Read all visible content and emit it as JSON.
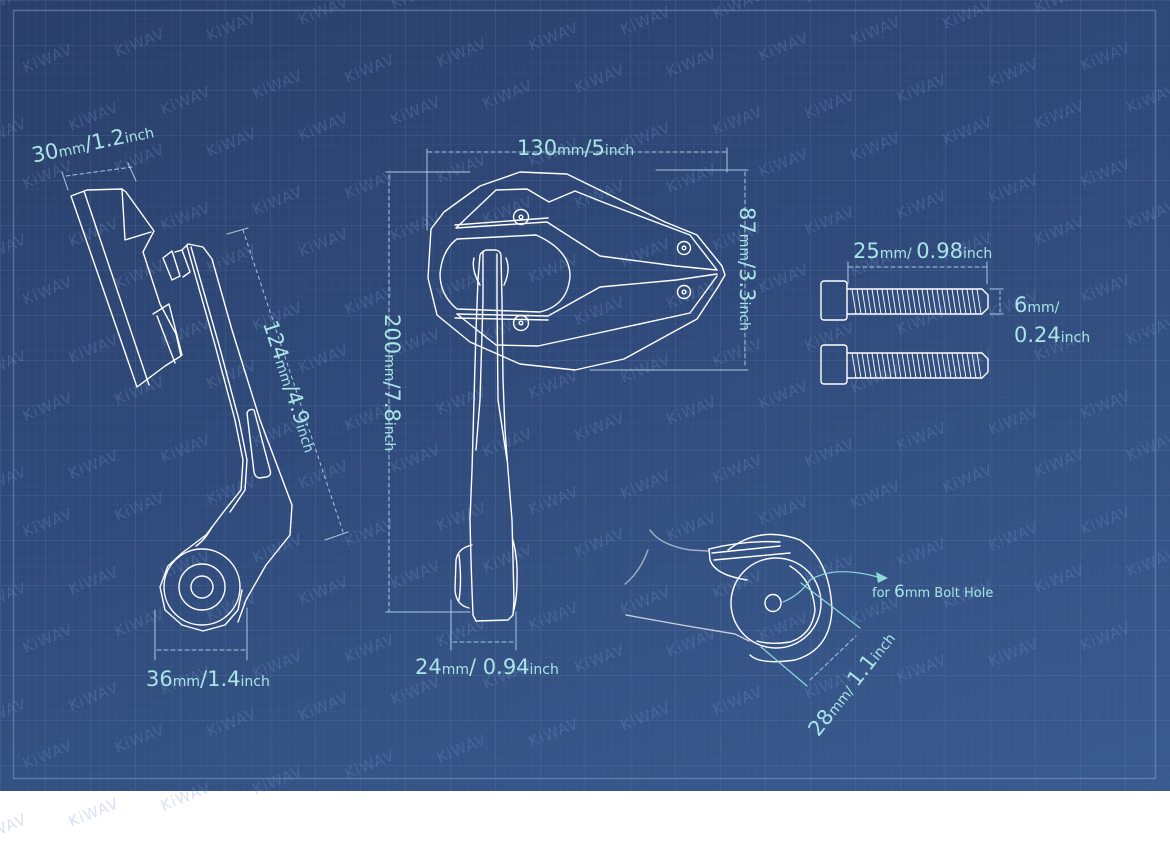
{
  "brand_watermark": "KiWAV",
  "colors": {
    "background_top_left": "#2a3f6a",
    "background_bottom_right": "#3a5b8f",
    "line": "#ffffff",
    "dimension_text": "#a9e5e5",
    "grid": "#6f8cc0"
  },
  "views": {
    "side_view": {
      "mount_width": {
        "value": "30",
        "unit": "mm",
        "sep": "/",
        "value2": "1.2",
        "unit2": "inch"
      },
      "arm_length": {
        "value": "124",
        "unit": "mm",
        "sep": "/",
        "value2": "4.9",
        "unit2": "inch"
      },
      "base_width": {
        "value": "36",
        "unit": "mm",
        "sep": "/",
        "value2": "1.4",
        "unit2": "inch"
      }
    },
    "front_view": {
      "mirror_width": {
        "value": "130",
        "unit": "mm",
        "sep": "/",
        "value2": "5",
        "unit2": "inch"
      },
      "mirror_height": {
        "value": "87",
        "unit": "mm",
        "sep": "/",
        "value2": "3.3",
        "unit2": "inch"
      },
      "total_height": {
        "value": "200",
        "unit": "mm",
        "sep": "/",
        "value2": "7.8",
        "unit2": "inch"
      },
      "base_width": {
        "value": "24",
        "unit": "mm",
        "sep": "/ ",
        "value2": "0.94",
        "unit2": "inch"
      }
    },
    "bolts": {
      "length": {
        "value": "25",
        "unit": "mm",
        "sep": "/ ",
        "value2": "0.98",
        "unit2": "inch"
      },
      "diameter": {
        "value": "6",
        "unit": "mm",
        "sep": "/",
        "value2": "0.24",
        "unit2": "inch"
      },
      "count": 2
    },
    "base_detail": {
      "diameter": {
        "value": "28",
        "unit": "mm",
        "sep": "/ ",
        "value2": "1.1",
        "unit2": "inch"
      },
      "bolt_hole_note": {
        "prefix": "for ",
        "value": "6",
        "unit": "mm",
        "suffix": " Bolt Hole"
      }
    }
  }
}
